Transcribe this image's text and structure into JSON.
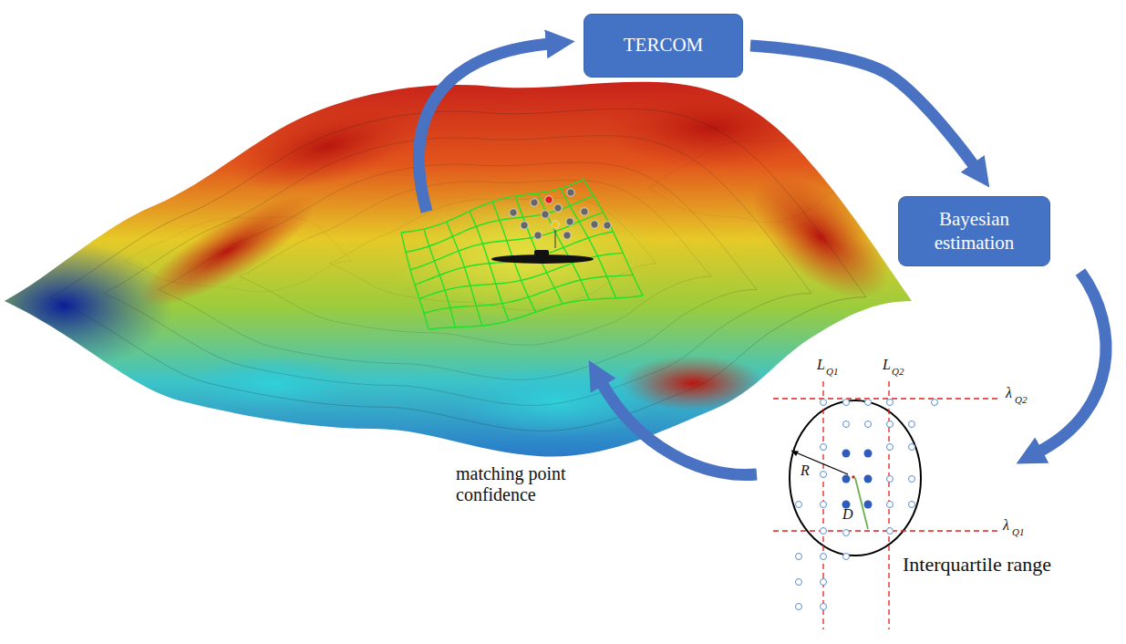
{
  "diagram": {
    "nodes": [
      {
        "text": [
          "TERCOM"
        ]
      },
      {
        "text": [
          "Bayesian estimation"
        ]
      }
    ],
    "edges": [
      {
        "from": 0,
        "to": 1,
        "arrow": "to"
      }
    ],
    "labels": [
      "matching point confidence",
      "L",
      "Q1",
      "L",
      "Q2",
      "λ",
      "Q2",
      "R",
      "D",
      "λ",
      "Q1",
      "Interquartile range"
    ]
  }
}
